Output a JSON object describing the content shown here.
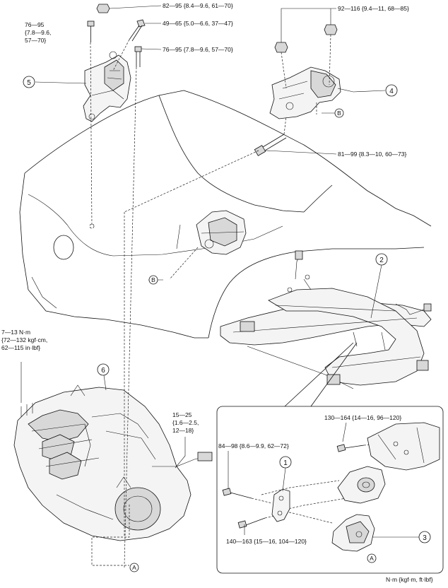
{
  "torque_labels": {
    "t1": "82—95 {8.4—9.6, 61—70}",
    "t2_line1": "76—95",
    "t2_line2": "{7.8—9.6,",
    "t2_line3": "57—70}",
    "t3": "49—65 {5.0—6.6, 37—47}",
    "t4": "76—95 {7.8—9.6, 57—70}",
    "t5": "92—116 {9.4—11, 68—85}",
    "t6": "81—99 {8.3—10, 60—73}",
    "t7_line1": "7—13 N·m",
    "t7_line2": "{72—132 kgf·cm,",
    "t7_line3": "62—115 in·lbf}",
    "t8_line1": "15—25",
    "t8_line2": "{1.6—2.5,",
    "t8_line3": "12—18}",
    "t9": "130—164 {14—16, 96—120}",
    "t10": "84—98 {8.6—9.9, 62—72}",
    "t11": "140—163 {15—16, 104—120}"
  },
  "callouts": {
    "c1": "1",
    "c2": "2",
    "c3": "3",
    "c4": "4",
    "c5": "5",
    "c6": "6",
    "refA": "A",
    "refB": "B"
  },
  "units_note": "N·m {kgf·m, ft·lbf}"
}
